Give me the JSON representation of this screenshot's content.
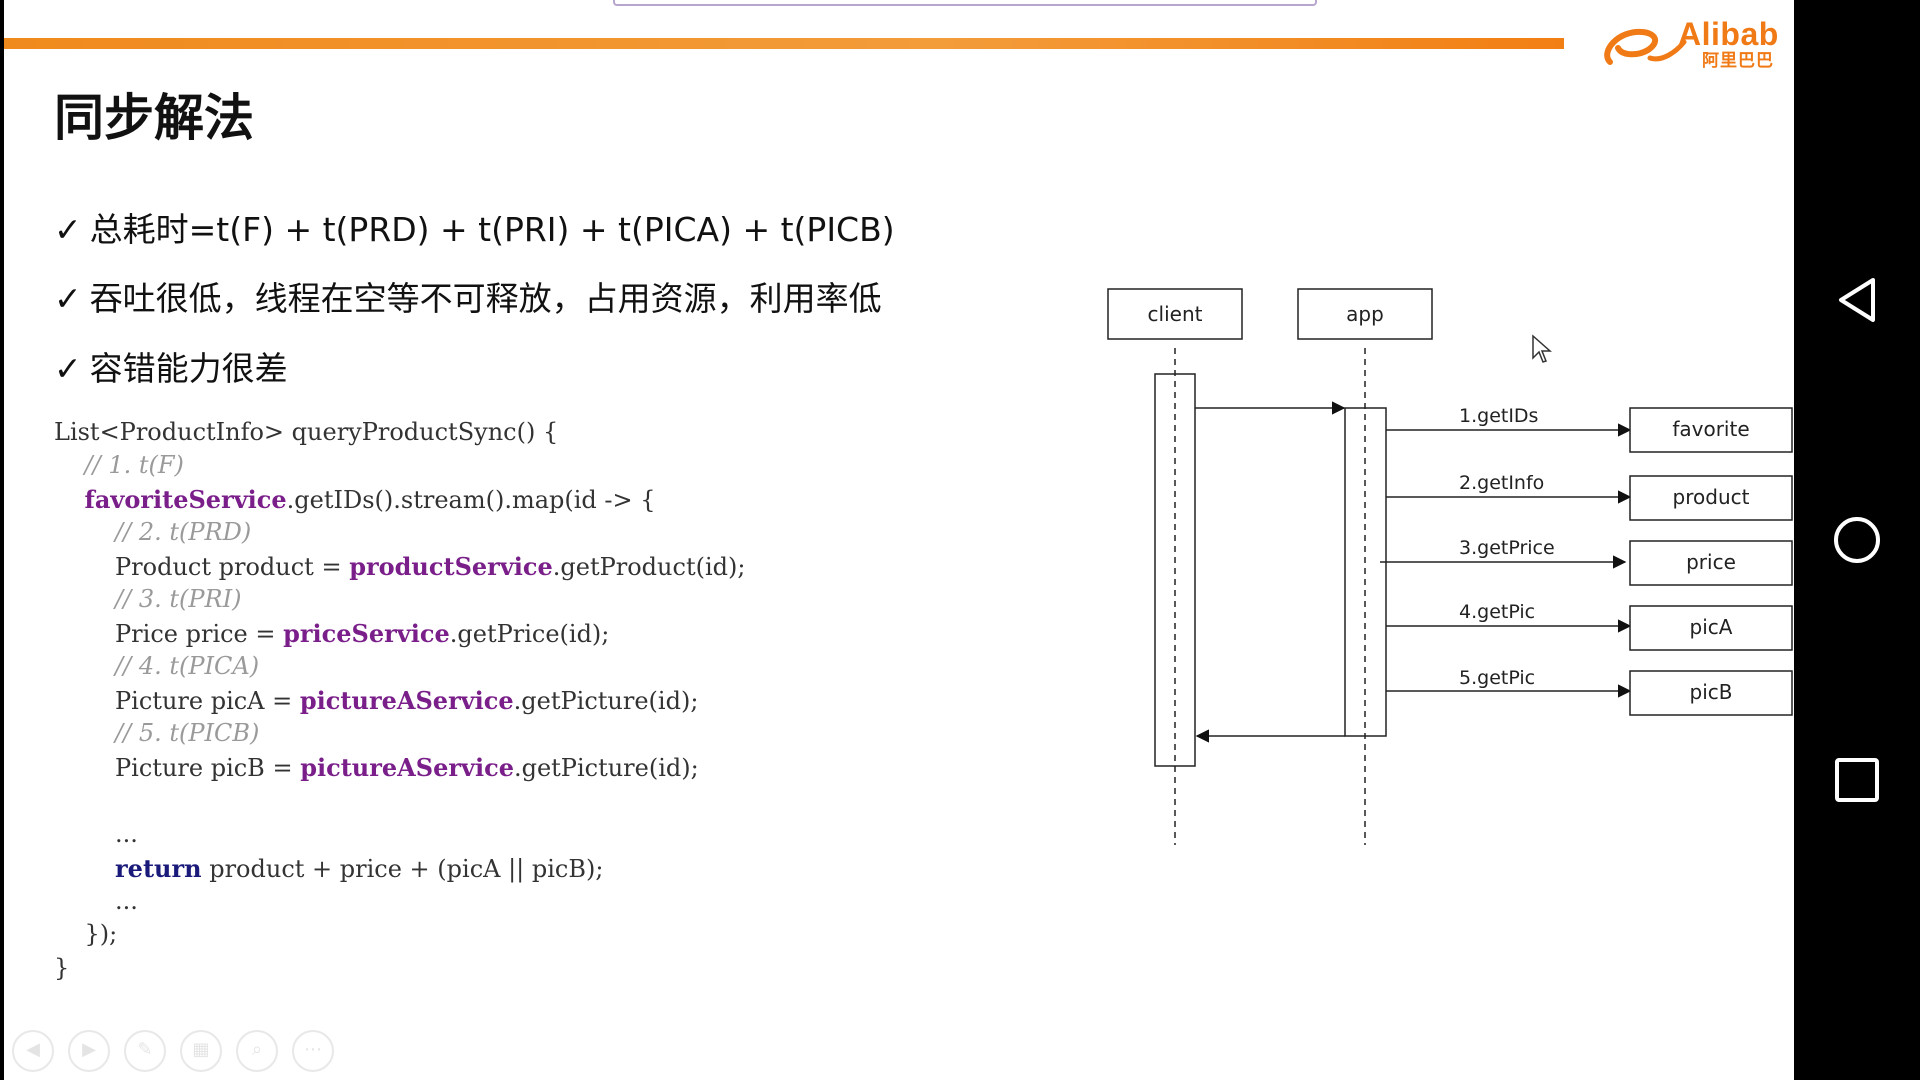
{
  "slide": {
    "title": "同步解法",
    "logo_text": "Alibab",
    "logo_cn": "阿里巴巴",
    "bullets": [
      {
        "check": "✓",
        "text": "总耗时=t(F) + t(PRD) + t(PRI) + t(PICA) + t(PICB)"
      },
      {
        "check": "✓",
        "text": "吞吐很低，线程在空等不可释放，占用资源，利用率低"
      },
      {
        "check": "✓",
        "text": "容错能力很差"
      }
    ]
  },
  "code": {
    "l1": "List<ProductInfo> queryProductSync() {",
    "l2": "    // 1. t(F)",
    "l3_svc": "favoriteService",
    "l3_rest": ".getIDs().stream().map(id -> {",
    "l4": "        // 2. t(PRD)",
    "l5_pre": "        Product product = ",
    "l5_svc": "productService",
    "l5_rest": ".getProduct(id);",
    "l6": "        // 3. t(PRI)",
    "l7_pre": "        Price price = ",
    "l7_svc": "priceService",
    "l7_rest": ".getPrice(id);",
    "l8": "        // 4. t(PICA)",
    "l9_pre": "        Picture picA = ",
    "l9_svc": "pictureAService",
    "l9_rest": ".getPicture(id);",
    "l10": "        // 5. t(PICB)",
    "l11_pre": "        Picture picB = ",
    "l11_svc": "pictureAService",
    "l11_rest": ".getPicture(id);",
    "l12": "        ...",
    "l13_kw": "return",
    "l13_rest": " product + price + (picA || picB);",
    "l14": "        ...",
    "l15": "    });",
    "l16": "}"
  },
  "diagram": {
    "actors": [
      "client",
      "app"
    ],
    "services": [
      "favorite",
      "product",
      "price",
      "picA",
      "picB"
    ],
    "calls": [
      "1.getIDs",
      "2.getInfo",
      "3.getPrice",
      "4.getPic",
      "5.getPic"
    ]
  },
  "navigation": {
    "back": "back-triangle",
    "home": "home-circle",
    "recents": "recents-square"
  }
}
